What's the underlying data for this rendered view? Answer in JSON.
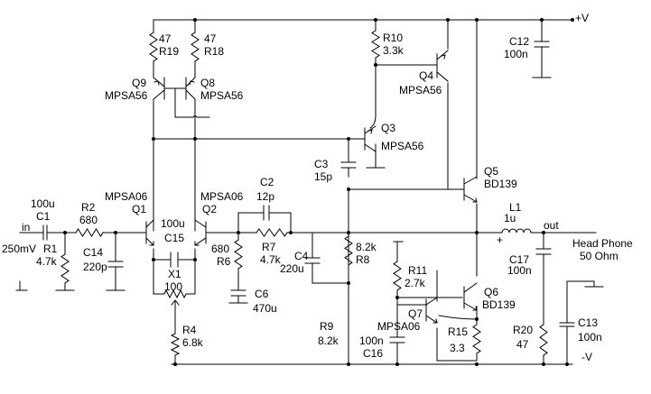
{
  "rails": {
    "vplus": "+V",
    "vminus": "-V"
  },
  "input": {
    "label": "in",
    "level": "250mV"
  },
  "output": {
    "label": "out",
    "load_line1": "Head Phone",
    "load_line2": "50 Ohm",
    "plus_mark": "+"
  },
  "components": {
    "R1": {
      "ref": "R1",
      "value": "4.7k"
    },
    "R2": {
      "ref": "R2",
      "value": "680"
    },
    "R4": {
      "ref": "R4",
      "value": "6.8k"
    },
    "R6": {
      "ref": "R6",
      "value": "680"
    },
    "R7": {
      "ref": "R7",
      "value": "4.7k"
    },
    "R8": {
      "ref": "R8",
      "value": "8.2k"
    },
    "R9": {
      "ref": "R9",
      "value": "8.2k"
    },
    "R10": {
      "ref": "R10",
      "value": "3.3k"
    },
    "R11": {
      "ref": "R11",
      "value": "2.7k"
    },
    "R15": {
      "ref": "R15",
      "value": "3.3"
    },
    "R18": {
      "ref": "R18",
      "value": "47"
    },
    "R19": {
      "ref": "R19",
      "value": "47"
    },
    "R20": {
      "ref": "R20",
      "value": "47"
    },
    "X1": {
      "ref": "X1",
      "value": "100"
    },
    "C1": {
      "ref": "C1",
      "value": "100u"
    },
    "C2": {
      "ref": "C2",
      "value": "12p"
    },
    "C3": {
      "ref": "C3",
      "value": "15p"
    },
    "C4": {
      "ref": "C4",
      "value": "220u"
    },
    "C6": {
      "ref": "C6",
      "value": "470u"
    },
    "C12": {
      "ref": "C12",
      "value": "100n"
    },
    "C13": {
      "ref": "C13",
      "value": "100n"
    },
    "C14": {
      "ref": "C14",
      "value": "220p"
    },
    "C15": {
      "ref": "C15",
      "value": "100u"
    },
    "C16": {
      "ref": "C16",
      "value": "100n"
    },
    "C17": {
      "ref": "C17",
      "value": "100n"
    },
    "L1": {
      "ref": "L1",
      "value": "1u"
    },
    "Q1": {
      "ref": "Q1",
      "part": "MPSA06"
    },
    "Q2": {
      "ref": "Q2",
      "part": "MPSA06"
    },
    "Q3": {
      "ref": "Q3",
      "part": "MPSA56"
    },
    "Q4": {
      "ref": "Q4",
      "part": "MPSA56"
    },
    "Q5": {
      "ref": "Q5",
      "part": "BD139"
    },
    "Q6": {
      "ref": "Q6",
      "part": "BD139"
    },
    "Q7": {
      "ref": "Q7",
      "part": "MPSA06"
    },
    "Q8": {
      "ref": "Q8",
      "part": "MPSA56"
    },
    "Q9": {
      "ref": "Q9",
      "part": "MPSA56"
    }
  }
}
